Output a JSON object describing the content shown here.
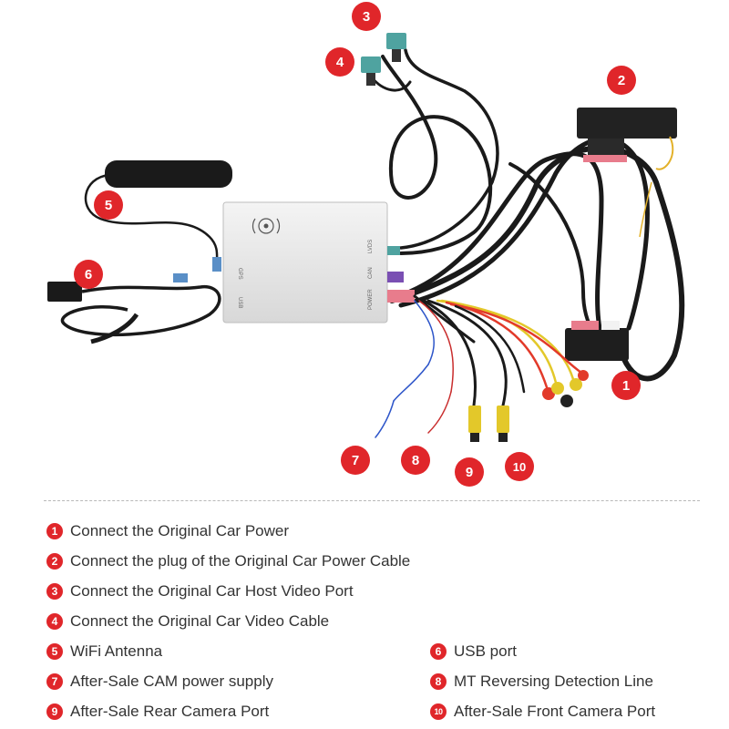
{
  "diagram": {
    "module_labels": {
      "lvds": "LVDS",
      "can": "CAN",
      "power": "POWER",
      "usb": "USB",
      "gps": "GPS"
    },
    "callouts": [
      "1",
      "2",
      "3",
      "4",
      "5",
      "6",
      "7",
      "8",
      "9",
      "10"
    ],
    "badge_color": "#e0262a",
    "cable_color": "#1a1a1a"
  },
  "legend": {
    "items": [
      {
        "num": "1",
        "text": "Connect the Original Car Power"
      },
      {
        "num": "2",
        "text": "Connect the plug of the Original Car Power Cable"
      },
      {
        "num": "3",
        "text": "Connect the Original Car Host Video Port"
      },
      {
        "num": "4",
        "text": "Connect the Original Car Video Cable"
      },
      {
        "num": "5",
        "text": "WiFi Antenna"
      },
      {
        "num": "6",
        "text": "USB port"
      },
      {
        "num": "7",
        "text": "After-Sale CAM power supply"
      },
      {
        "num": "8",
        "text": "MT Reversing Detection Line"
      },
      {
        "num": "9",
        "text": "After-Sale Rear Camera Port"
      },
      {
        "num": "10",
        "text": "After-Sale Front Camera Port"
      }
    ]
  }
}
